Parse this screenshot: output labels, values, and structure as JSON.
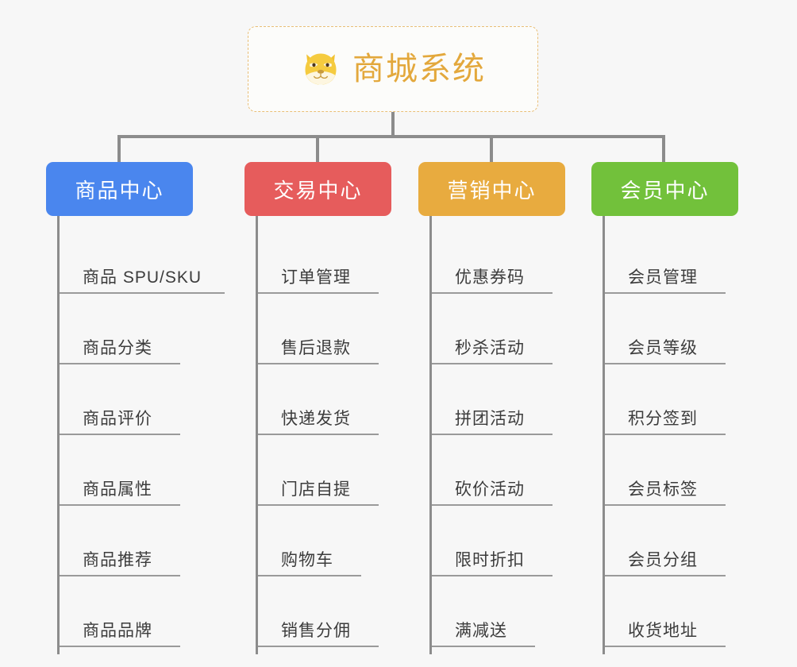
{
  "root": {
    "title": "商城系统",
    "icon": "shiba-dog-face-emoji",
    "title_color": "#e3a83c",
    "border_color": "#e9be77"
  },
  "canvas": {
    "background": "#f7f7f7",
    "line_color": "#8c8c8c"
  },
  "branches": [
    {
      "label": "商品中心",
      "color": "#4a86ee",
      "items": [
        "商品 SPU/SKU",
        "商品分类",
        "商品评价",
        "商品属性",
        "商品推荐",
        "商品品牌"
      ]
    },
    {
      "label": "交易中心",
      "color": "#e65c5c",
      "items": [
        "订单管理",
        "售后退款",
        "快递发货",
        "门店自提",
        "购物车",
        "销售分佣"
      ]
    },
    {
      "label": "营销中心",
      "color": "#e8ab3f",
      "items": [
        "优惠券码",
        "秒杀活动",
        "拼团活动",
        "砍价活动",
        "限时折扣",
        "满减送"
      ]
    },
    {
      "label": "会员中心",
      "color": "#72c13b",
      "items": [
        "会员管理",
        "会员等级",
        "积分签到",
        "会员标签",
        "会员分组",
        "收货地址"
      ]
    }
  ]
}
